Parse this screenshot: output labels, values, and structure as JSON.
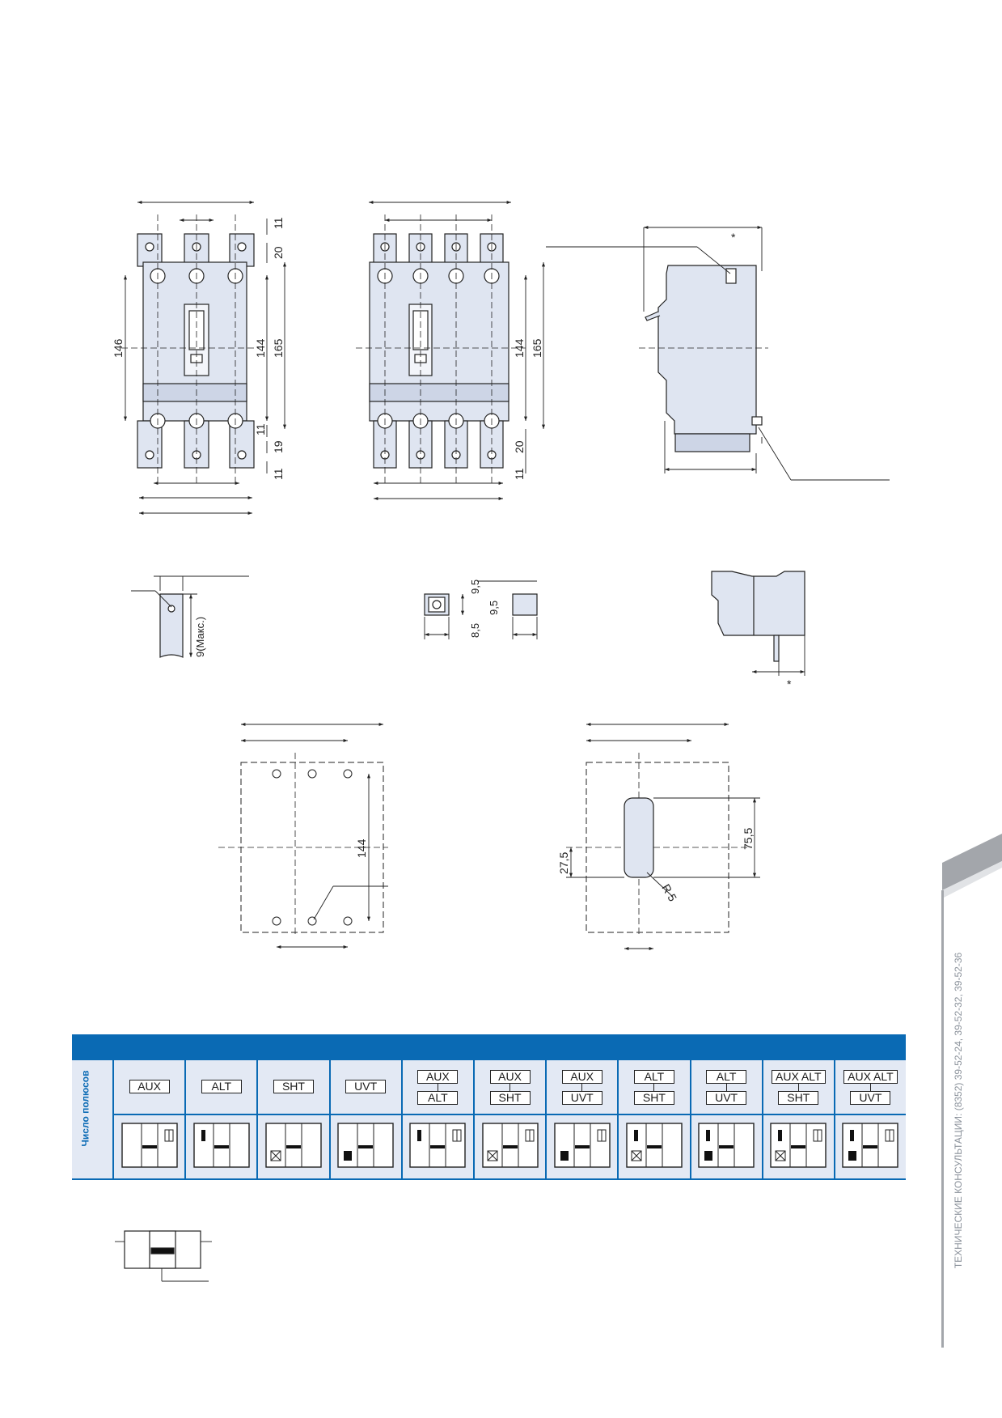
{
  "drawings": {
    "front_3p": {
      "dims": [
        "11",
        "20",
        "146",
        "144",
        "165",
        "11",
        "19",
        "11"
      ]
    },
    "front_4p": {
      "dims": [
        "144",
        "165",
        "20",
        "11"
      ]
    },
    "side_view": {
      "star": "*"
    },
    "terminal_detail": {
      "dim": "9(Макс.)"
    },
    "nut_detail": {
      "dims": [
        "9,5",
        "8,5",
        "9,5"
      ]
    },
    "handle_detail": {
      "star": "*"
    },
    "panel_cutout_holes": {
      "dim": "144"
    },
    "panel_cutout_window": {
      "dims": [
        "27,5",
        "75,5",
        "R 5"
      ]
    }
  },
  "accessories": {
    "poles_label": "Число полюсов",
    "columns": [
      {
        "top": "AUX",
        "bottom": ""
      },
      {
        "top": "ALT",
        "bottom": ""
      },
      {
        "top": "SHT",
        "bottom": ""
      },
      {
        "top": "UVT",
        "bottom": ""
      },
      {
        "top": "AUX",
        "bottom": "ALT"
      },
      {
        "top": "AUX",
        "bottom": "SHT"
      },
      {
        "top": "AUX",
        "bottom": "UVT"
      },
      {
        "top": "ALT",
        "bottom": "SHT"
      },
      {
        "top": "ALT",
        "bottom": "UVT"
      },
      {
        "top": "AUX ALT",
        "bottom": "SHT"
      },
      {
        "top": "AUX ALT",
        "bottom": "UVT"
      }
    ]
  },
  "sidebar": {
    "contact_text": "ТЕХНИЧЕСКИЕ КОНСУЛЬТАЦИИ: (8352) 39-52-24, 39-52-32, 39-52-36"
  },
  "colors": {
    "accent": "#0a6ab4",
    "body_fill": "#dfe5f1",
    "tab_grey": "#a3a6ab"
  }
}
